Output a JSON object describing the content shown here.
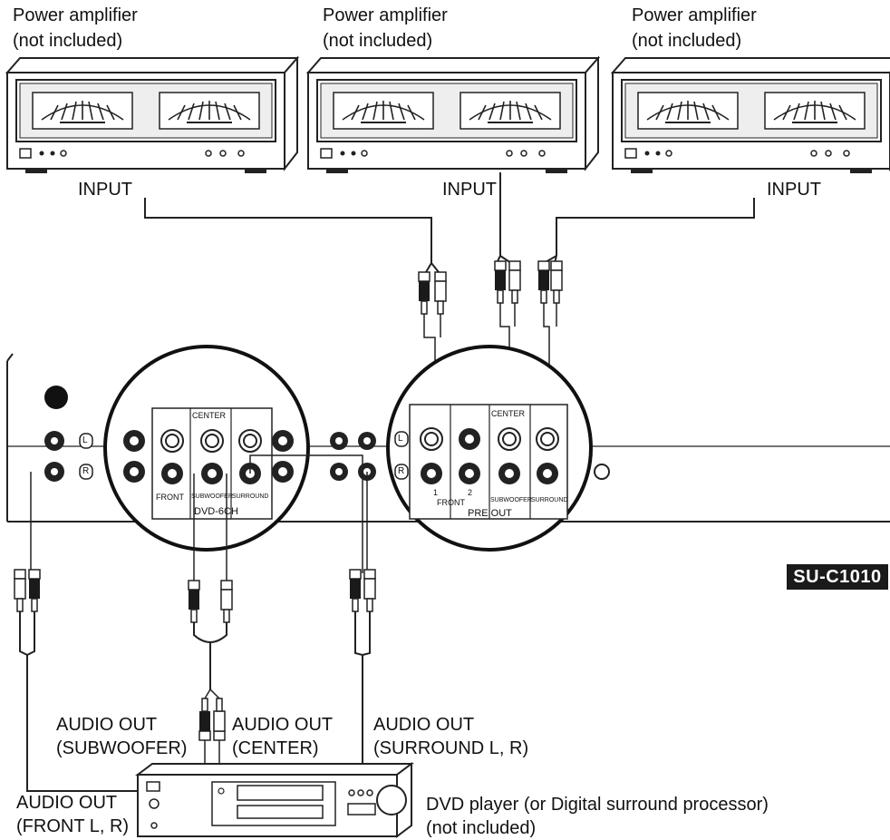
{
  "amplifiers": [
    {
      "title": "Power amplifier",
      "note": "(not included)",
      "input_label": "INPUT"
    },
    {
      "title": "Power amplifier",
      "note": "(not included)",
      "input_label": "INPUT"
    },
    {
      "title": "Power amplifier",
      "note": "(not included)",
      "input_label": "INPUT"
    }
  ],
  "receiver": {
    "model": "SU-C1010",
    "dvd6ch": {
      "center_label": "CENTER",
      "front_label": "FRONT",
      "subwoofer_label": "SUBWOOFER",
      "surround_label": "SURROUND",
      "group_label": "DVD-6CH"
    },
    "preout": {
      "center_label": "CENTER",
      "front_label": "FRONT",
      "front1": "1",
      "front2": "2",
      "subwoofer_label": "SUBWOOFER",
      "surround_label": "SURROUND",
      "group_label": "PRE OUT"
    },
    "channel_l": "L",
    "channel_r": "R"
  },
  "player": {
    "description": "DVD player (or Digital surround processor)",
    "note": "(not included)",
    "outputs": {
      "subwoofer_line1": "AUDIO OUT",
      "subwoofer_line2": "(SUBWOOFER)",
      "center_line1": "AUDIO OUT",
      "center_line2": "(CENTER)",
      "surround_line1": "AUDIO OUT",
      "surround_line2": "(SURROUND L, R)",
      "front_line1": "AUDIO OUT",
      "front_line2": "(FRONT L, R)"
    }
  }
}
